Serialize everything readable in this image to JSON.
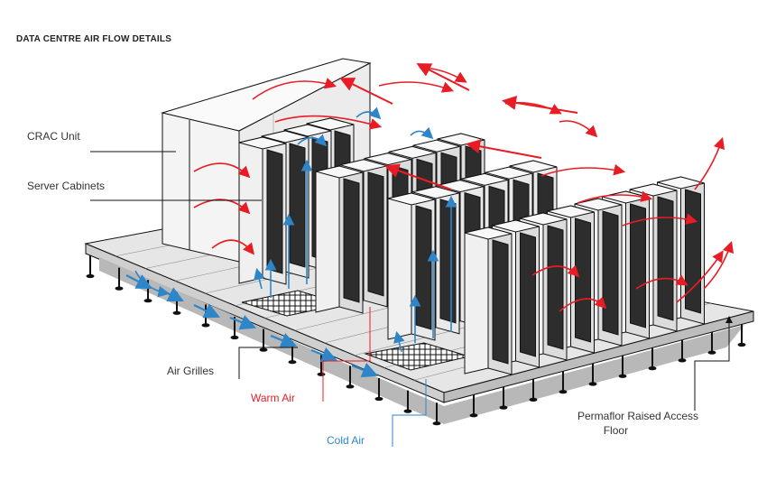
{
  "title": "DATA CENTRE AIR FLOW DETAILS",
  "labels": {
    "crac_unit": "CRAC Unit",
    "server_cabinets": "Server Cabinets",
    "air_grilles": "Air Grilles",
    "warm_air": "Warm Air",
    "cold_air": "Cold Air",
    "floor_line1": "Permaflor Raised Access",
    "floor_line2": "Floor"
  },
  "colors": {
    "warm_air": "#e81c24",
    "cold_air": "#2e86c9",
    "floor_top": "#e6e6e6",
    "floor_shade": "#b8b8b8",
    "cabinet_face": "#f0f0f0",
    "server_dark": "#2d2d2d",
    "outline": "#111111"
  }
}
